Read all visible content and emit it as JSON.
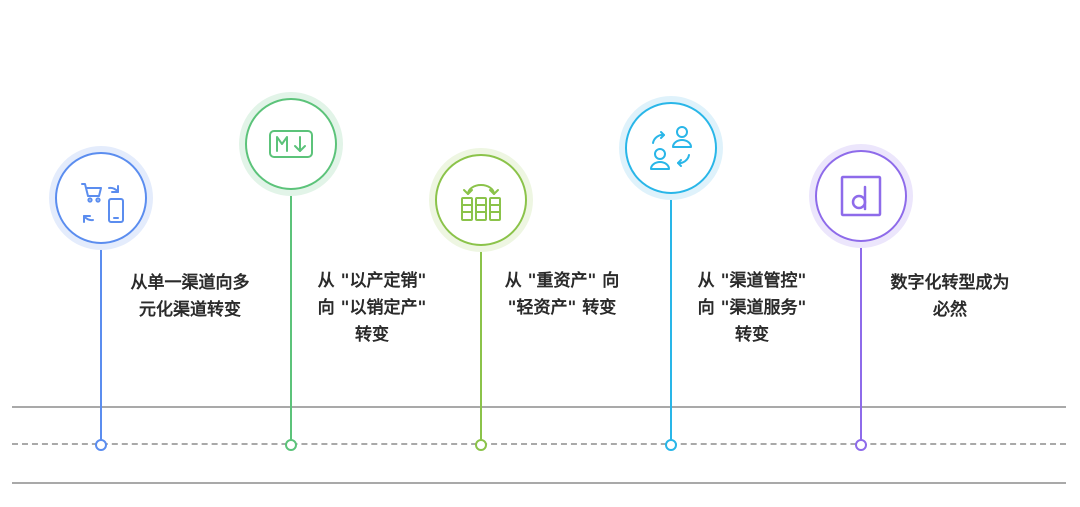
{
  "colors": {
    "road": "#a9a9a9",
    "step1": "#5b8def",
    "step2": "#5cc37a",
    "step3": "#8bc34a",
    "step4": "#29b6e8",
    "step5": "#8e6bea"
  },
  "milestones": [
    {
      "icon": "cart-phone-exchange-icon",
      "lines": [
        "从单一渠道向多",
        "元化渠道转变"
      ]
    },
    {
      "icon": "markdown-arrow-icon",
      "lines": [
        "从 \"以产定销\"",
        "向 \"以销定产\"",
        "转变"
      ]
    },
    {
      "icon": "asset-transfer-icon",
      "lines": [
        "从 \"重资产\" 向",
        "\"轻资产\" 转变"
      ]
    },
    {
      "icon": "user-exchange-icon",
      "lines": [
        "从 \"渠道管控\"",
        "向 \"渠道服务\"",
        "转变"
      ]
    },
    {
      "icon": "letter-d-logo-icon",
      "lines": [
        "数字化转型成为",
        "必然"
      ]
    }
  ]
}
